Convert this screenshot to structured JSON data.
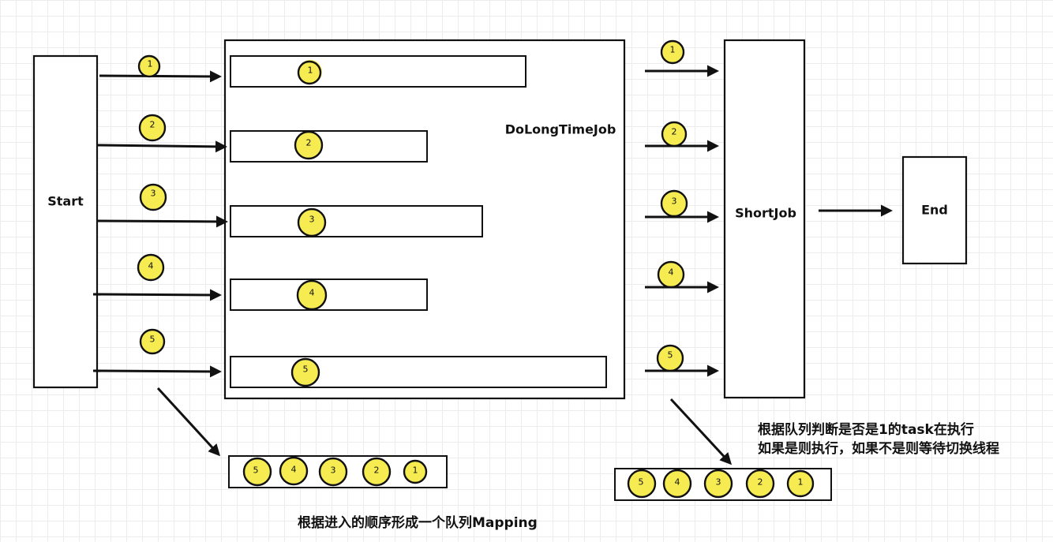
{
  "nodes": {
    "start": "Start",
    "long_job": "DoLongTimeJob",
    "short_job": "ShortJob",
    "end": "End"
  },
  "task_ids": [
    "1",
    "2",
    "3",
    "4",
    "5"
  ],
  "queue_order": [
    "5",
    "4",
    "3",
    "2",
    "1"
  ],
  "notes": {
    "left_caption": "根据进入的顺序形成一个队列Mapping",
    "right_line1": "根据队列判断是否是1的task在执行",
    "right_line2": "如果是则执行，如果不是则等待切换线程"
  },
  "colors": {
    "badge": "#f6ec52",
    "stroke": "#111111",
    "grid": "#ececec"
  }
}
